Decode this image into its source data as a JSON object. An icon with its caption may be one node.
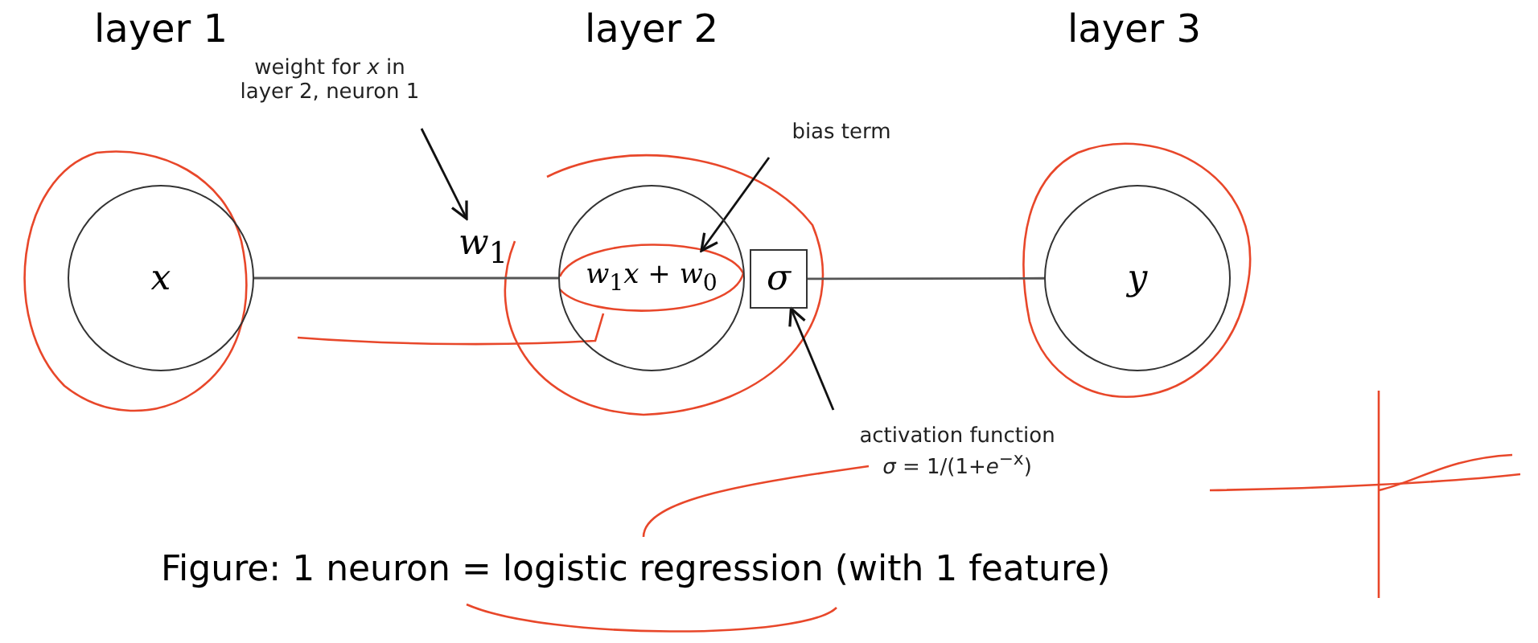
{
  "diagram": {
    "caption": "Figure: 1 neuron = logistic regression (with 1 feature)",
    "nodes": [
      {
        "text": [
          "*x*"
        ]
      },
      {
        "text": [
          "*w*$_{1}$*x* + *w*$_{0}$"
        ]
      },
      {
        "text": [
          "*σ*"
        ]
      },
      {
        "text": [
          "*y*"
        ]
      },
      {
        "text": [
          "weight for *x* in layer 2, neuron 1"
        ]
      },
      {
        "text": [
          "bias term"
        ]
      },
      {
        "text": [
          "activation function",
          "*σ* = 1/(1+*e*$^{−x}$)"
        ]
      }
    ],
    "edges": [
      {
        "from": 0,
        "to": 1,
        "arrow": "none",
        "label": "*w*$_{1}$"
      },
      {
        "from": 2,
        "to": 3,
        "arrow": "none"
      },
      {
        "from": 4,
        "to": null,
        "arrow": "to"
      },
      {
        "from": 5,
        "to": 1,
        "arrow": "to"
      },
      {
        "from": 6,
        "to": 2,
        "arrow": "to"
      }
    ],
    "labels": [
      "layer 1",
      "layer 2",
      "layer 3"
    ]
  }
}
